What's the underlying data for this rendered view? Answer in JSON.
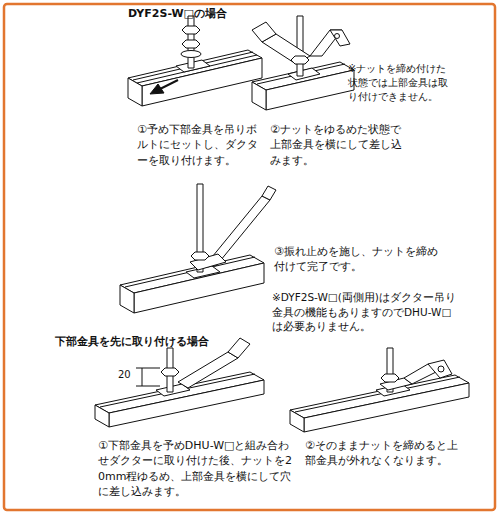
{
  "diagram": {
    "title": "DYF2S-W□の場合",
    "labels": [
      "①予め下部金具を吊りボルトにセットし、ダクターを取り付けます。",
      "※ナットを締め付けた状態では上部金具は取り付けできません。",
      "②ナットをゆるめた状態で上部金具を横にして差し込みます。",
      "③振れ止めを施し、ナットを締め付けて完了です。",
      "※DYF2S-W□(両側用)はダクター吊り金具の機能もありますのでDHU-W□は必要ありません。",
      "下部金具を先に取り付ける場合",
      "20",
      "①下部金具を予めDHU-W□と組み合わせダクターに取り付けた後、ナットを20mm程ゆるめ、上部金具を横にして穴に差し込みます。",
      "②そのままナットを締めると上部金具が外れなくなります。"
    ]
  }
}
